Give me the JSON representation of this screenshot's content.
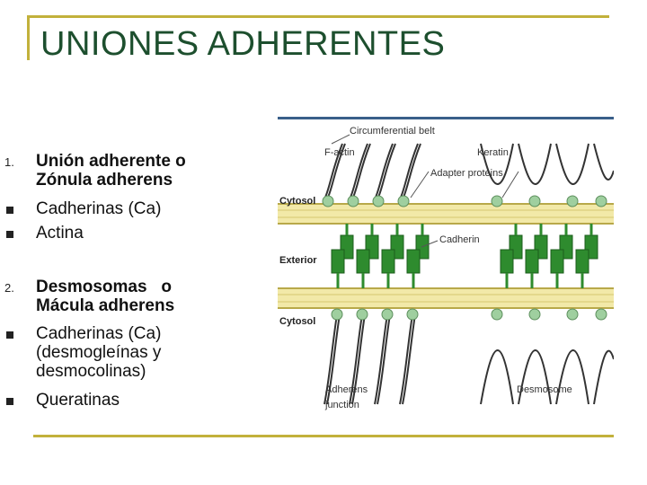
{
  "slide": {
    "title": "UNIONES ADHERENTES",
    "markers": {
      "n1": "1.",
      "n2": "2."
    },
    "items": [
      {
        "text": "Unión adherente o Zónula adherens"
      },
      {
        "text": "Cadherinas (Ca)"
      },
      {
        "text": "Actina"
      },
      {
        "text": "Desmosomas   o Mácula adherens"
      },
      {
        "text": "Cadherinas (Ca) (desmogleínas y desmocolinas)"
      },
      {
        "text": "Queratinas"
      }
    ]
  },
  "figure": {
    "labels": {
      "circumferential_belt": "Circumferential belt",
      "f_actin": "F-actin",
      "keratin": "Keratin",
      "adapter_proteins": "Adapter proteins",
      "cadherin": "Cadherin",
      "cytosol_top": "Cytosol",
      "exterior": "Exterior",
      "cytosol_bottom": "Cytosol",
      "adherens_junction_1": "Adherens",
      "adherens_junction_2": "junction",
      "desmosome": "Desmosome"
    },
    "colors": {
      "membrane": "#f2e9a8",
      "membrane_line": "#b8a94a",
      "cadherin": "#2e8b2e",
      "adapter": "#9fcf9f",
      "filament": "#333333"
    }
  }
}
